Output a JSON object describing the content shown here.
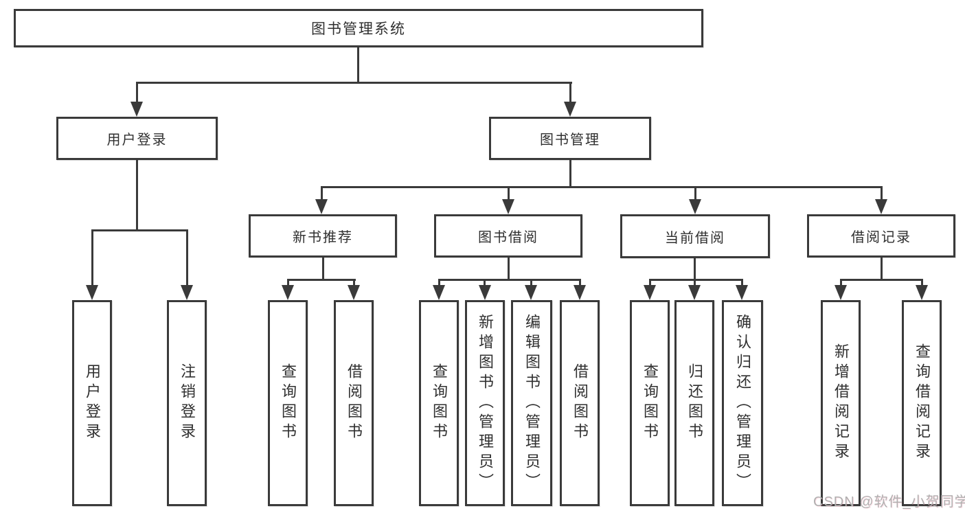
{
  "diagram": {
    "root": "图书管理系统",
    "level2": [
      "用户登录",
      "图书管理"
    ],
    "level3": [
      "新书推荐",
      "图书借阅",
      "当前借阅",
      "借阅记录"
    ],
    "leaves": {
      "login": [
        "用户登录",
        "注销登录"
      ],
      "recommend": [
        "查询图书",
        "借阅图书"
      ],
      "borrow": [
        "查询图书",
        "新增图书（管理员）",
        "编辑图书（管理员）",
        "借阅图书"
      ],
      "current": [
        "查询图书",
        "归还图书",
        "确认归还（管理员）"
      ],
      "records": [
        "新增借阅记录",
        "查询借阅记录"
      ]
    },
    "colors": {
      "line": "#3a3a3a",
      "text": "#2f2f2f",
      "background": "#ffffff",
      "watermark": "#b0b0b0"
    }
  },
  "watermark": {
    "text": "CSDN @软件_小贺同学"
  }
}
